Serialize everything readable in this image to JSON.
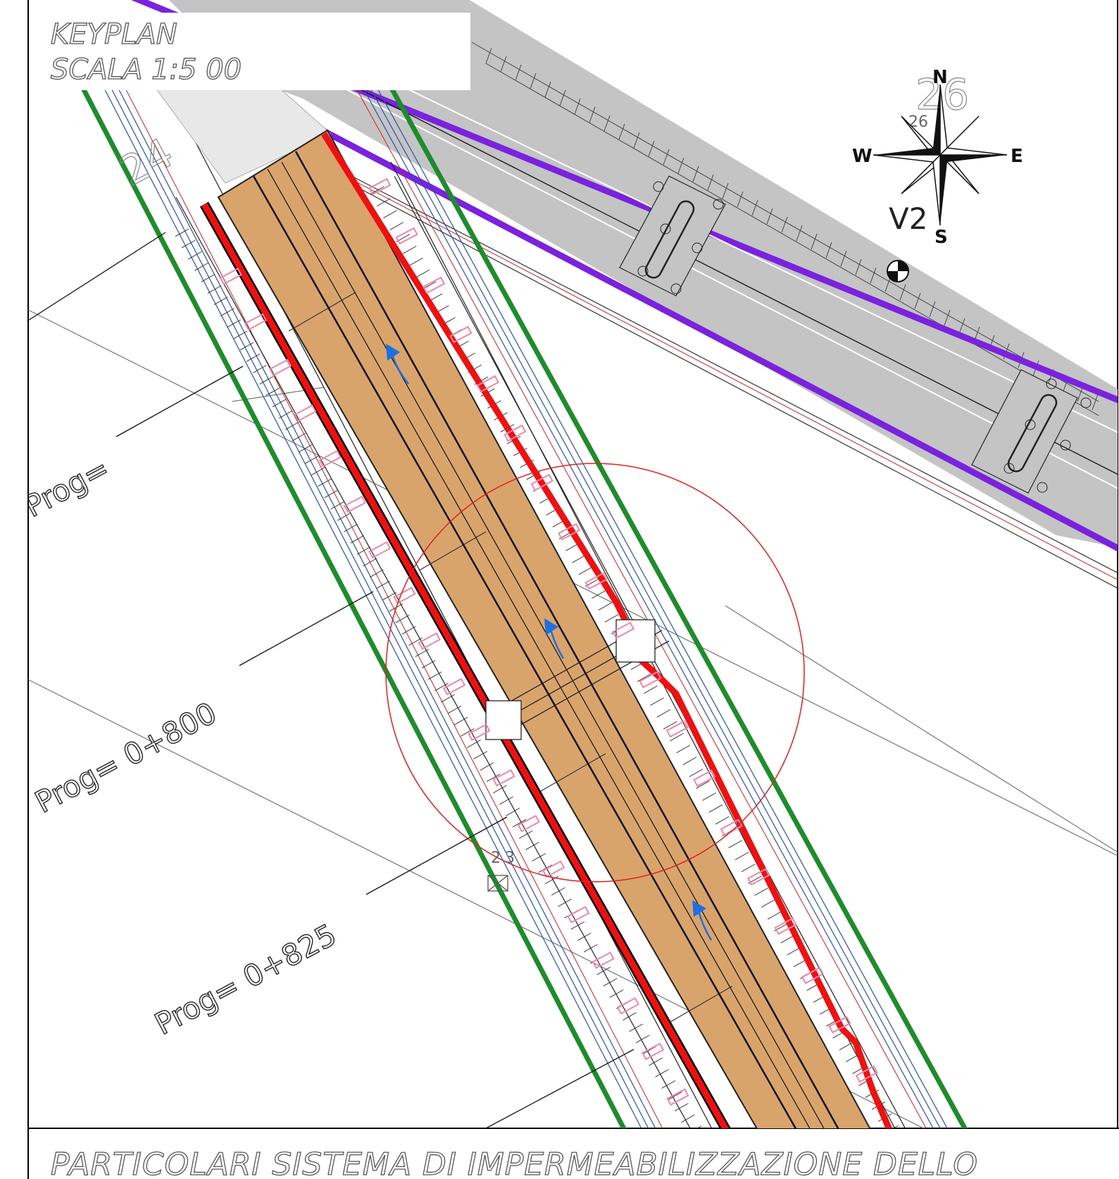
{
  "keyplan": {
    "line1": "KEYPLAN",
    "line2": "SCALA  1:5 00"
  },
  "compass": {
    "north": "N",
    "south": "S",
    "east": "E",
    "west": "W"
  },
  "labels": {
    "view": "V2",
    "grid_24": "24",
    "grid_26": "26",
    "small_26": "26",
    "small_23": "23"
  },
  "stations": [
    {
      "text": "Prog="
    },
    {
      "text": "Prog= 0+800"
    },
    {
      "text": "Prog= 0+825"
    }
  ],
  "footer": {
    "title": "PARTICOLARI  SISTEMA  DI  IMPERMEABILIZZAZIONE  DELLO"
  },
  "colors": {
    "deck": "#d9a46c",
    "red_barrier": "#ee1111",
    "green_edge": "#1e8c2c",
    "road": "#c4c4c4",
    "purple_edge": "#7a22dd",
    "drain_pink": "#ee88aa",
    "flow_arrow": "#1e6fe0",
    "detail_circle": "#e02020"
  }
}
